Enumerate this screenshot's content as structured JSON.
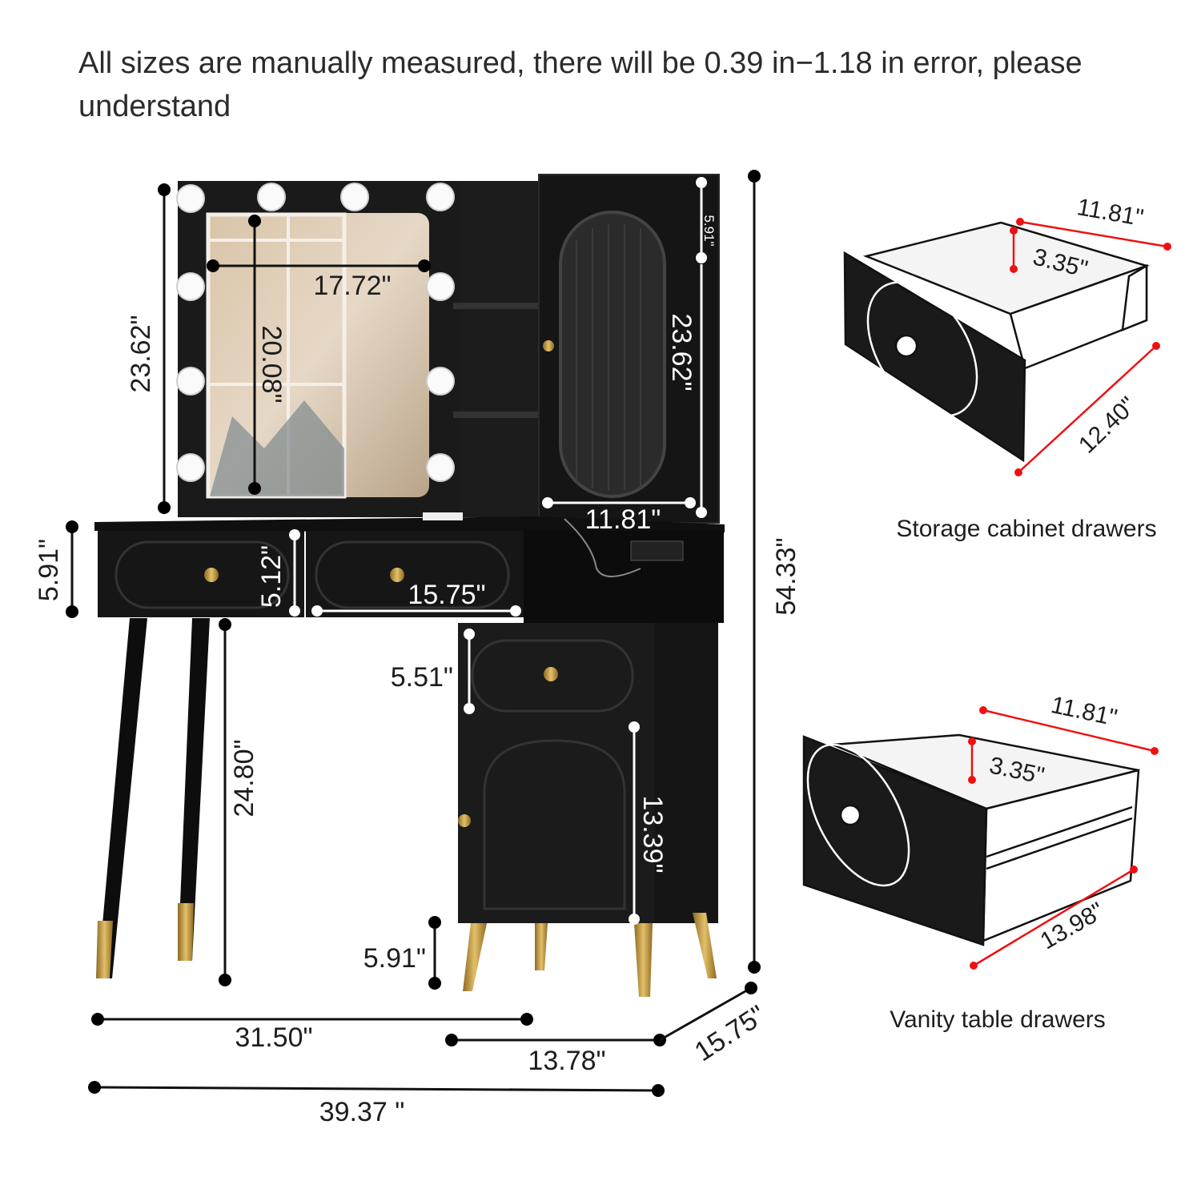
{
  "disclaimer": "All sizes are manually measured, there will be 0.39 in−1.18 in error, please understand",
  "dimensions": {
    "mirror_frame_height": "23.62\"",
    "mirror_width": "17.72\"",
    "mirror_height": "20.08\"",
    "cabinet_top_offset": "5.91\"",
    "cabinet_door_height": "23.62\"",
    "cabinet_width": "11.81\"",
    "desk_drawer_height_left": "5.91\"",
    "desk_drawer_height": "5.12\"",
    "desk_drawer_width": "15.75\"",
    "lower_drawer_height": "5.51\"",
    "leg_height": "24.80\"",
    "lower_door_height": "13.39\"",
    "cabinet_leg_height": "5.91\"",
    "total_height": "54.33\"",
    "desk_width": "31.50\"",
    "cabinet_base_width": "13.78\"",
    "depth": "15.75\"",
    "total_width": "39.37 \""
  },
  "storage_drawer": {
    "caption": "Storage cabinet drawers",
    "width": "11.81\"",
    "height": "3.35\"",
    "depth": "12.40\""
  },
  "vanity_drawer": {
    "caption": "Vanity table drawers",
    "width": "11.81\"",
    "height": "3.35\"",
    "depth": "13.98\""
  },
  "colors": {
    "furniture": "#141414",
    "gold": "#c9a24a",
    "dimension_red": "#e11111"
  }
}
